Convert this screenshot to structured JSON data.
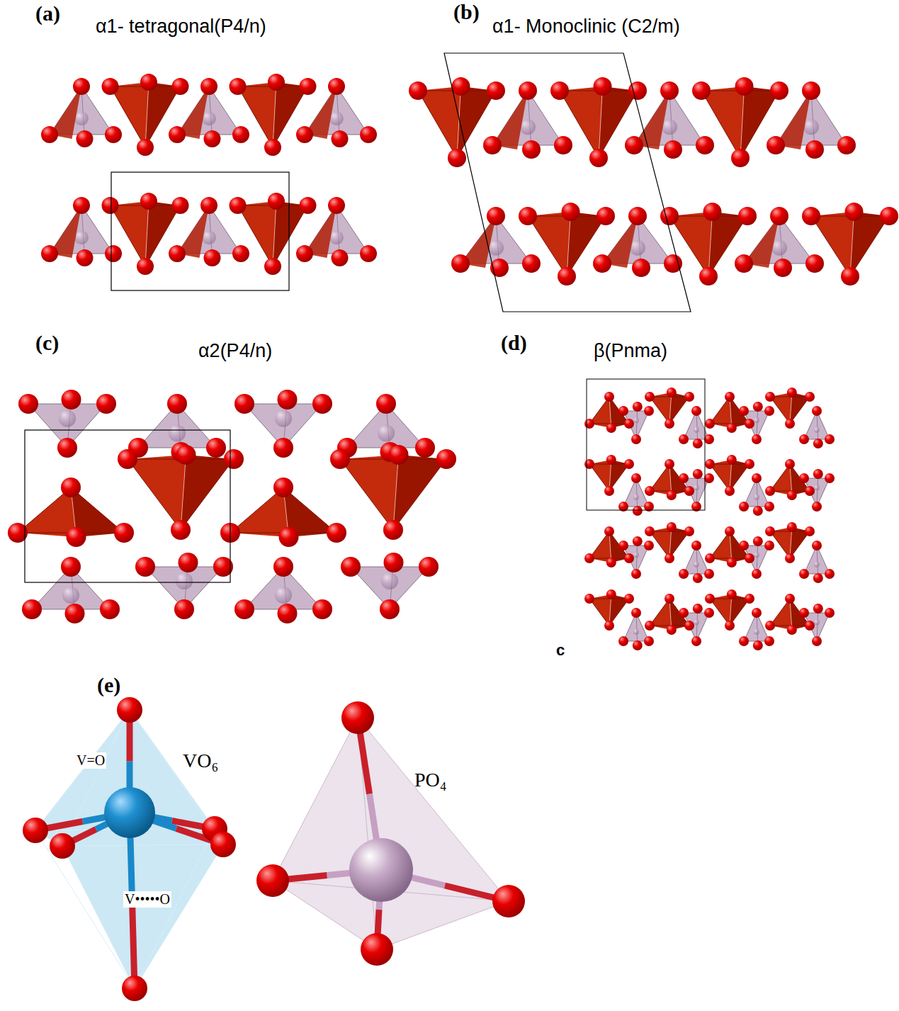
{
  "diagram": {
    "labels": [
      "(a)",
      "α1- tetragonal(P4/n)",
      "(b)",
      "α1- Monoclinic (C2/m)",
      "(c)",
      "α2(P4/n)",
      "(d)",
      "β(Pnma)",
      "c",
      "(e)",
      "V=O",
      "VO₆",
      "V•••••O",
      "PO₄"
    ]
  }
}
